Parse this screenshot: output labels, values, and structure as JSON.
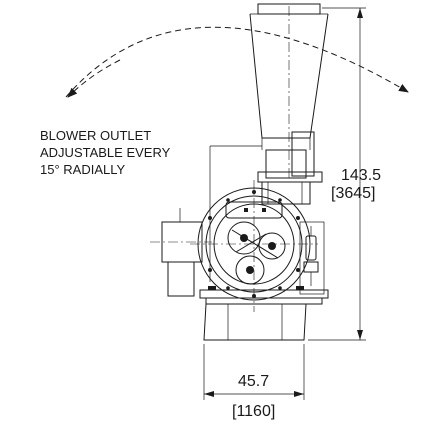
{
  "annotation": {
    "lines": [
      "BLOWER OUTLET",
      "ADJUSTABLE EVERY",
      "15° RADIALLY"
    ]
  },
  "height_dim": {
    "inches": "143.5",
    "mm": "[3645]"
  },
  "width_dim": {
    "inches": "45.7",
    "mm": "[1160]"
  },
  "colors": {
    "line": "#1a1a1a",
    "background": "#ffffff"
  }
}
